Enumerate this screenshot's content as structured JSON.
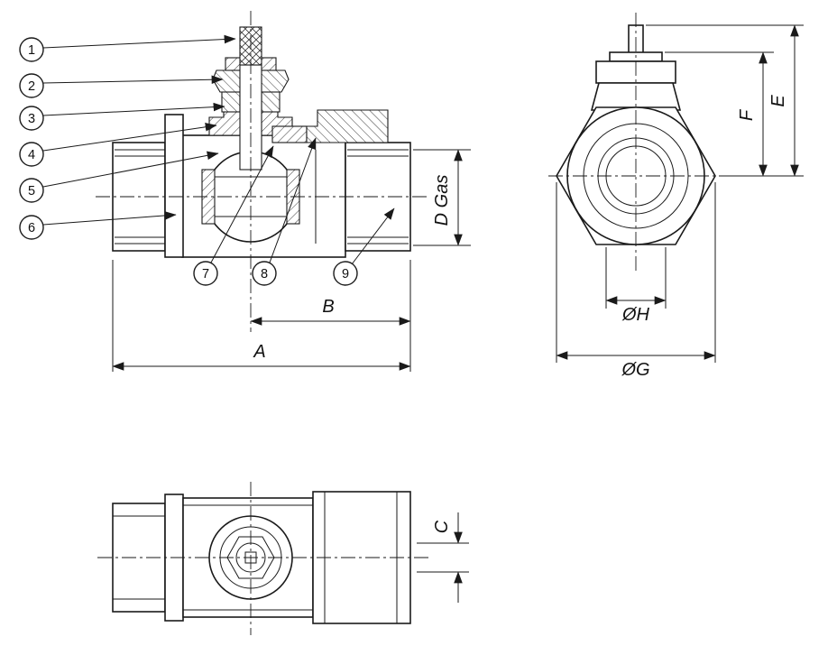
{
  "drawing": {
    "type": "technical-drawing",
    "subject": "three-view ball valve section drawing",
    "callouts": [
      {
        "label": "1"
      },
      {
        "label": "2"
      },
      {
        "label": "3"
      },
      {
        "label": "4"
      },
      {
        "label": "5"
      },
      {
        "label": "6"
      },
      {
        "label": "7"
      },
      {
        "label": "8"
      },
      {
        "label": "9"
      }
    ],
    "dimensions": {
      "a": "A",
      "b": "B",
      "c": "C",
      "d_gas": "D Gas",
      "e": "E",
      "f": "F",
      "oh": "ØH",
      "og": "ØG"
    },
    "colors": {
      "line": "#1a1a1a",
      "background": "#ffffff"
    }
  }
}
